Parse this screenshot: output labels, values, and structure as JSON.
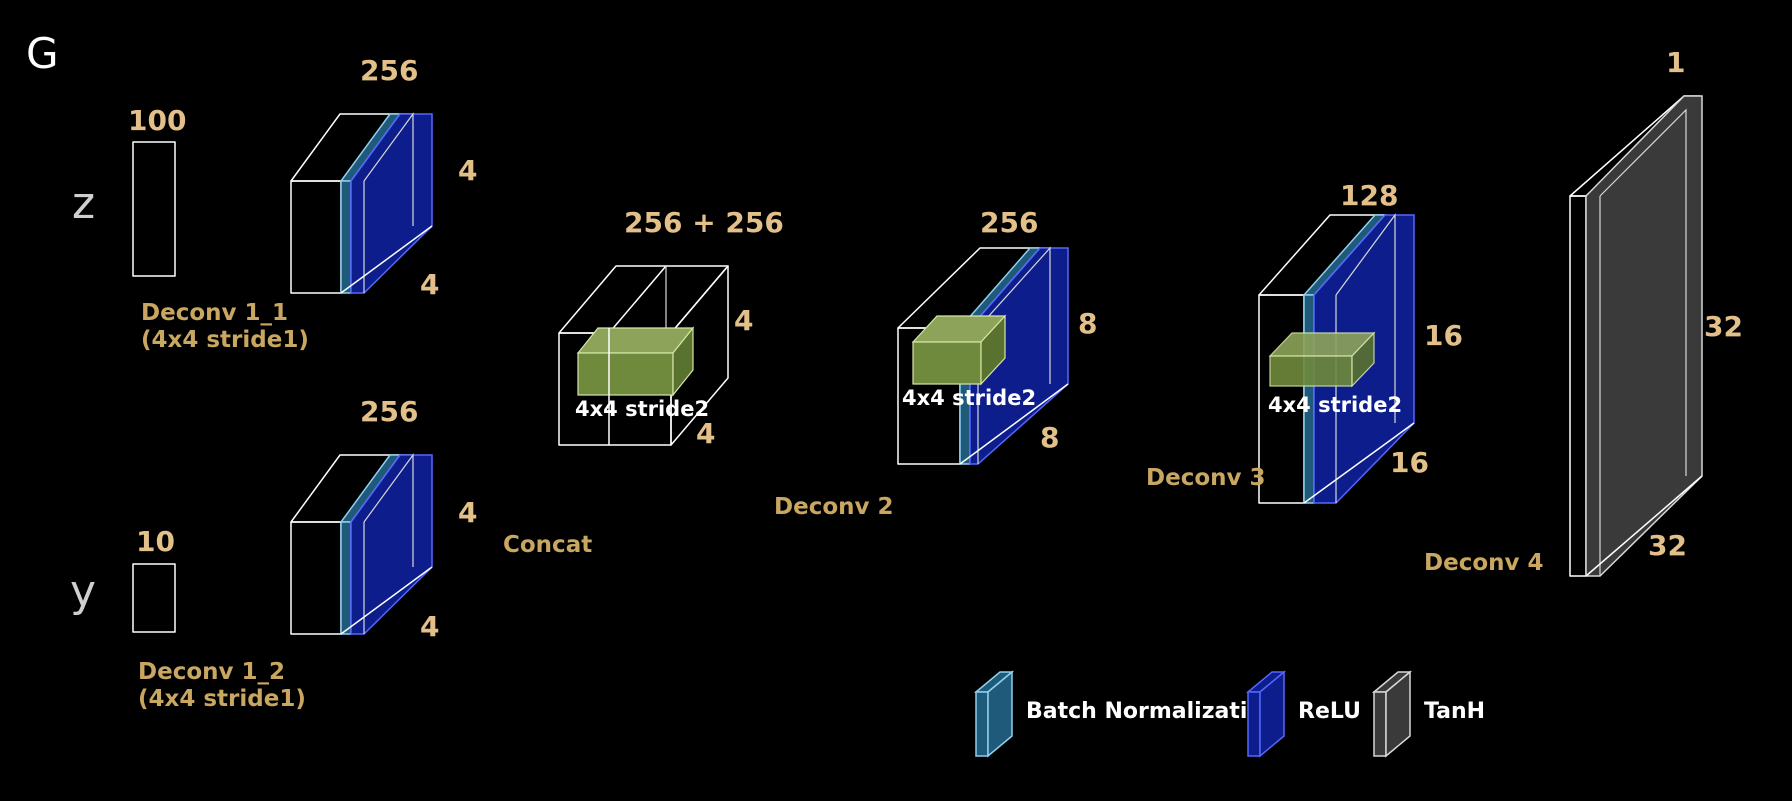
{
  "diagram": {
    "title": "G",
    "inputs": {
      "z": "z",
      "y": "y",
      "z_dim": "100",
      "y_dim": "10"
    },
    "deconv1_1": {
      "channels": "256",
      "height": "4",
      "width": "4",
      "label_line1": "Deconv 1_1",
      "label_line2": "(4x4 stride1)"
    },
    "deconv1_2": {
      "channels": "256",
      "height": "4",
      "width": "4",
      "label_line1": "Deconv 1_2",
      "label_line2": "(4x4 stride1)"
    },
    "concat": {
      "channels": "256 + 256",
      "height": "4",
      "width": "4",
      "label": "Concat",
      "kernel": "4x4 stride2"
    },
    "deconv2": {
      "channels": "256",
      "height": "8",
      "width": "8",
      "label": "Deconv 2",
      "kernel": "4x4 stride2"
    },
    "deconv3": {
      "channels": "128",
      "height": "16",
      "width": "16",
      "label": "Deconv 3",
      "kernel": "4x4 stride2"
    },
    "deconv4": {
      "channels": "1",
      "height": "32",
      "width": "32",
      "label": "Deconv 4"
    },
    "legend": {
      "batch_norm": "Batch Normalization",
      "relu": "ReLU",
      "tanh": "TanH"
    },
    "colors": {
      "background": "#000000",
      "batch_norm": "#1f5a7a",
      "batch_norm_edge": "#8fd0ee",
      "relu": "#0d1e8c",
      "relu_edge": "#5566ff",
      "tanh": "#3a3a3a",
      "kernel": "#6f8a3c",
      "dim_text": "#e3c08a",
      "label_text": "#c9a760"
    }
  }
}
